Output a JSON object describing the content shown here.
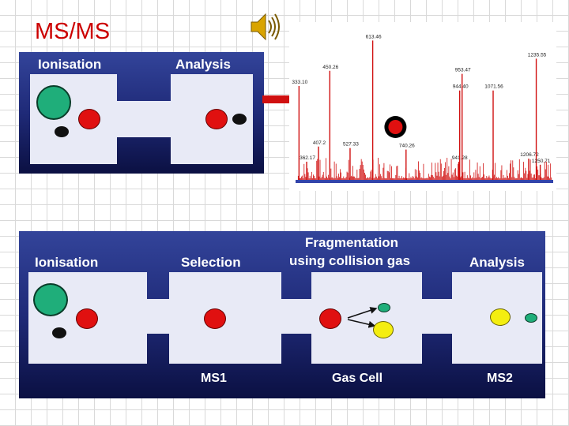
{
  "slide": {
    "title": "MS/MS"
  },
  "top_panel": {
    "ionisation_label": "Ionisation",
    "analysis_label": "Analysis"
  },
  "bottom_panel": {
    "ionisation_label": "Ionisation",
    "selection_label": "Selection",
    "fragmentation_line1": "Fragmentation",
    "fragmentation_line2": "using collision gas",
    "analysis_label": "Analysis",
    "ms1_label": "MS1",
    "gascell_label": "Gas Cell",
    "ms2_label": "MS2"
  },
  "colors": {
    "title": "#cc0000",
    "panel_top": "#33449a",
    "panel_bottom": "#0b1042",
    "chamber": "#e8eaf6",
    "ion_large": "#1fae7a",
    "ion_selected": "#e01010",
    "ion_small": "#111111",
    "fragment_yellow": "#f4ee10",
    "fragment_teal": "#1fae7a",
    "spectrum_peaks": "#d01010",
    "spectrum_axis": "#3344aa"
  },
  "chart_data": {
    "type": "bar",
    "title": "",
    "xlabel": "",
    "ylabel": "",
    "peaks": [
      {
        "x": 333.1,
        "y": 0.62,
        "label": "333.10"
      },
      {
        "x": 362.17,
        "y": 0.12,
        "label": "362.17"
      },
      {
        "x": 407.2,
        "y": 0.22,
        "label": "407.2"
      },
      {
        "x": 450.26,
        "y": 0.72,
        "label": "450.26"
      },
      {
        "x": 527.33,
        "y": 0.21,
        "label": "527.33"
      },
      {
        "x": 613.46,
        "y": 0.92,
        "label": "613.46"
      },
      {
        "x": 740.26,
        "y": 0.2,
        "label": "740.26"
      },
      {
        "x": 941.28,
        "y": 0.12,
        "label": "941.28"
      },
      {
        "x": 944.4,
        "y": 0.59,
        "label": "944.40"
      },
      {
        "x": 953.47,
        "y": 0.7,
        "label": "953.47"
      },
      {
        "x": 1071.56,
        "y": 0.59,
        "label": "1071.56"
      },
      {
        "x": 1206.72,
        "y": 0.14,
        "label": "1206.72"
      },
      {
        "x": 1235.55,
        "y": 0.8,
        "label": "1235.55"
      },
      {
        "x": 1250.71,
        "y": 0.1,
        "label": "1250.71"
      }
    ]
  }
}
